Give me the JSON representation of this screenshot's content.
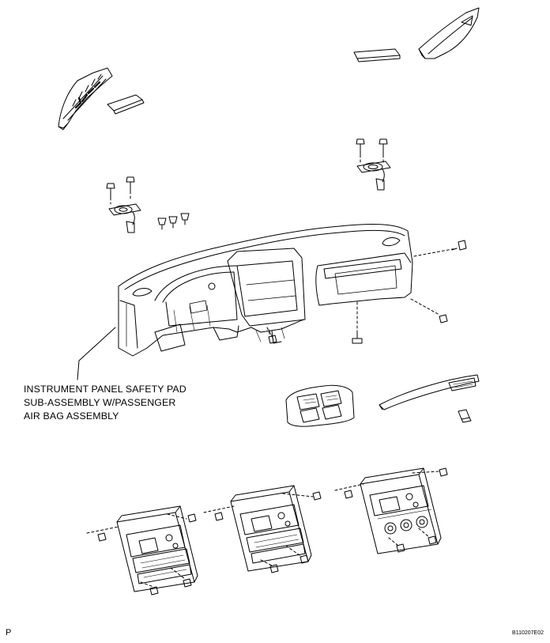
{
  "callout": {
    "line1": "INSTRUMENT PANEL SAFETY PAD",
    "line2": "SUB-ASSEMBLY W/PASSENGER",
    "line3": "AIR BAG ASSEMBLY"
  },
  "corner_mark": "P",
  "figure_id": "B110207E02"
}
